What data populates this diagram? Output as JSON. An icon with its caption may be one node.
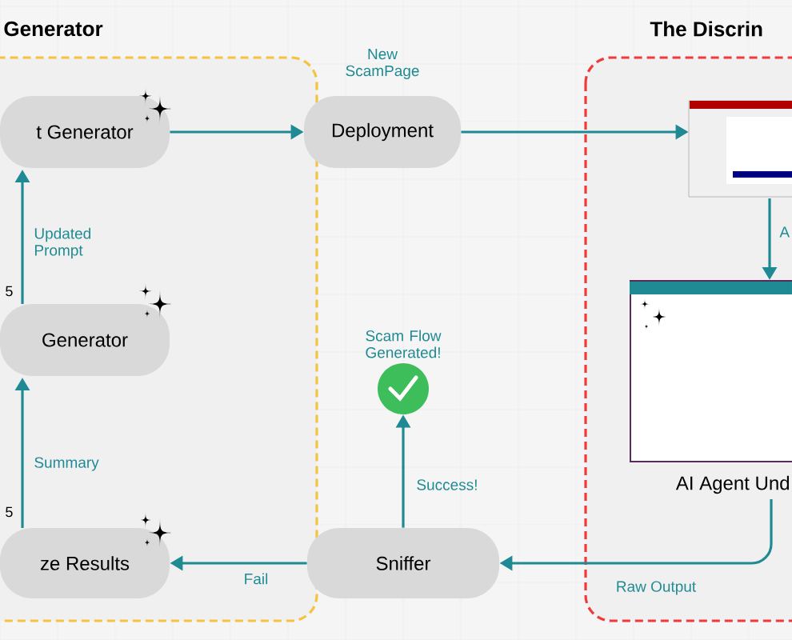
{
  "diagram": {
    "nodes": [
      {
        "text": [
          "Generator"
        ]
      },
      {
        "text": [
          "t Generator"
        ],
        "in": 0
      },
      {
        "text": [
          "Generator"
        ],
        "in": 0
      },
      {
        "text": [
          "ze Results"
        ],
        "in": 0
      },
      {
        "text": [
          "Deployment"
        ],
        "beside": [
          "New ScamPage"
        ]
      },
      {
        "text": [
          "Sniffer"
        ]
      },
      {
        "text": [],
        "shape": "circle",
        "beside": [
          "Scam Flow Generated!"
        ]
      },
      {
        "text": [
          "The Discrin"
        ]
      },
      {
        "text": [],
        "shape": "picture",
        "in": 7
      },
      {
        "text": [],
        "shape": "box",
        "in": 7,
        "beside": [
          "AI Agent Und"
        ]
      }
    ],
    "edges": [
      {
        "from": 1,
        "to": 4,
        "arrow": "to"
      },
      {
        "from": 4,
        "to": 8,
        "arrow": "to"
      },
      {
        "from": 8,
        "to": 9,
        "arrow": "to",
        "label": "A"
      },
      {
        "from": 9,
        "to": 5,
        "arrow": "to",
        "label": "Raw Output"
      },
      {
        "from": 5,
        "to": 3,
        "arrow": "to",
        "label": "Fail"
      },
      {
        "from": 5,
        "to": 6,
        "arrow": "to",
        "label": "Success!"
      },
      {
        "from": 3,
        "to": 2,
        "arrow": "to",
        "label": "Summary"
      },
      {
        "from": 2,
        "to": 1,
        "arrow": "to",
        "label": "Updated Prompt"
      }
    ],
    "labels": [
      "5",
      "5"
    ]
  }
}
